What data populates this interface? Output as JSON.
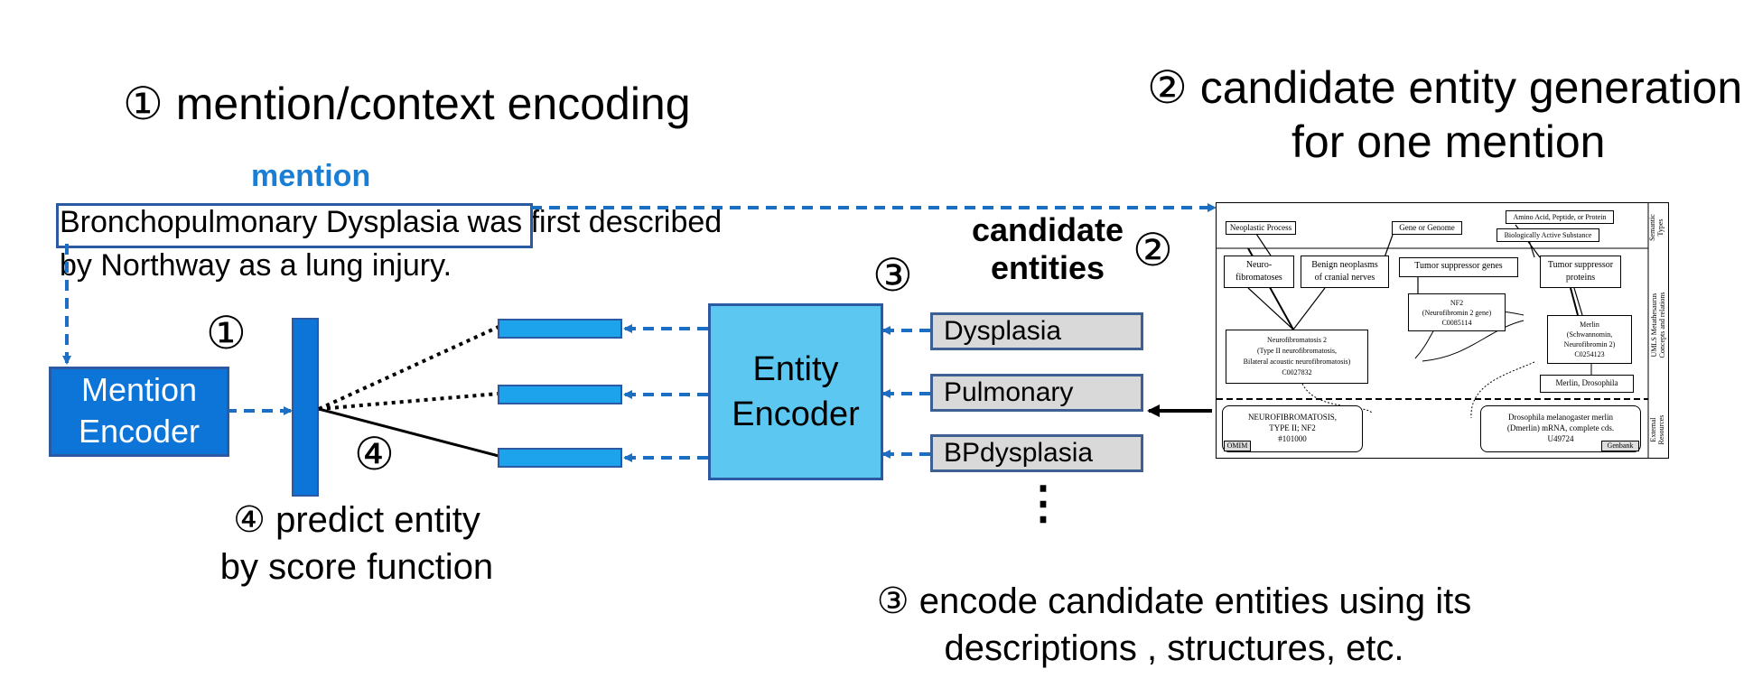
{
  "steps": {
    "step1_title": "① mention/context encoding",
    "step2_title_line1": "② candidate entity generation",
    "step2_title_line2": "for one mention",
    "step3_caption_line1": "③ encode candidate entities using its",
    "step3_caption_line2": "descriptions , structures, etc.",
    "step4_caption_line1": "④ predict entity",
    "step4_caption_line2": "by score function"
  },
  "markers": {
    "m1": "①",
    "m2": "②",
    "m3": "③",
    "m4": "④"
  },
  "text": {
    "mention_label": "mention",
    "mention_span": "Bronchopulmonary Dysplasia",
    "sentence_rest": " was first described",
    "sentence_line2": "by Northway as a lung injury."
  },
  "mention_encoder": {
    "line1": "Mention",
    "line2": "Encoder"
  },
  "entity_encoder": {
    "line1": "Entity",
    "line2": "Encoder"
  },
  "candidates": {
    "title_line1": "candidate",
    "title_line2": "entities",
    "items": [
      "Dysplasia",
      "Pulmonary",
      "BPdysplasia"
    ],
    "more": "⋮"
  },
  "kg": {
    "semantic_types": [
      "Neoplastic Process",
      "Gene or Genome",
      "Amino Acid, Peptide, or Protein",
      "Biologically Active Substance"
    ],
    "concepts": {
      "neuro": "Neuro-\nfibromatoses",
      "benign": "Benign neoplasms\nof cranial nerves",
      "tsg": "Tumor suppressor genes",
      "tsp": "Tumor suppressor\nproteins",
      "nf2": "NF2\n(Neurofibromin 2 gene)\nC0085114",
      "merlin": "Merlin\n(Schwannomin,\nNeurofibromin 2)\nC0254123",
      "nfm2": "Neurofibromatosis 2\n(Type II neurofibromatosis,\nBilateral acoustic neurofibromatosis)\nC0027832",
      "merlin_dros": "Merlin, Drosophila"
    },
    "external": {
      "omim_record": "NEUROFIBROMATOSIS,\nTYPE II; NF2\n#101000",
      "omim_tag": "OMIM",
      "genbank_record": "Drosophila melanogaster merlin\n(Dmerlin) mRNA, complete cds.\nU49724",
      "genbank_tag": "Genbank"
    },
    "side_labels": {
      "semantic": "Semantic\nTypes",
      "umls": "UMLS Metathesaurus\nConcepts and relations",
      "external": "External\nResources"
    }
  },
  "colors": {
    "mention_blue": "#1a7fd4",
    "encoder_dark": "#0d74d8",
    "entity_light": "#5cc8f2",
    "arrow_blue": "#1b6ec2",
    "candidate_gray": "#d9d9d9"
  }
}
